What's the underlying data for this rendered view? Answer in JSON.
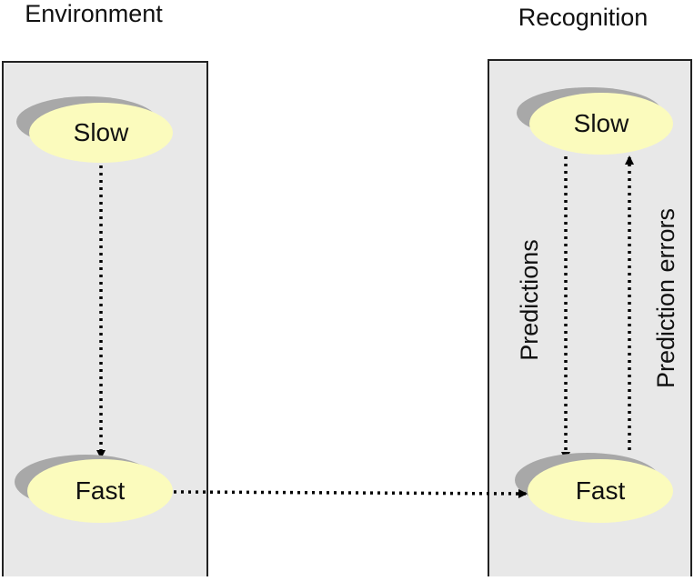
{
  "panels": {
    "environment": {
      "title": "Environment",
      "top_node": "Slow",
      "bottom_node": "Fast"
    },
    "recognition": {
      "title": "Recognition",
      "top_node": "Slow",
      "bottom_node": "Fast",
      "down_arrow_label": "Predictions",
      "up_arrow_label": "Prediction errors"
    }
  },
  "colors": {
    "panel_fill": "#e8e8e8",
    "panel_stroke": "#222222",
    "node_fill": "#fbfbbd",
    "node_shadow": "#a8a8a8",
    "arrow": "#000000"
  }
}
